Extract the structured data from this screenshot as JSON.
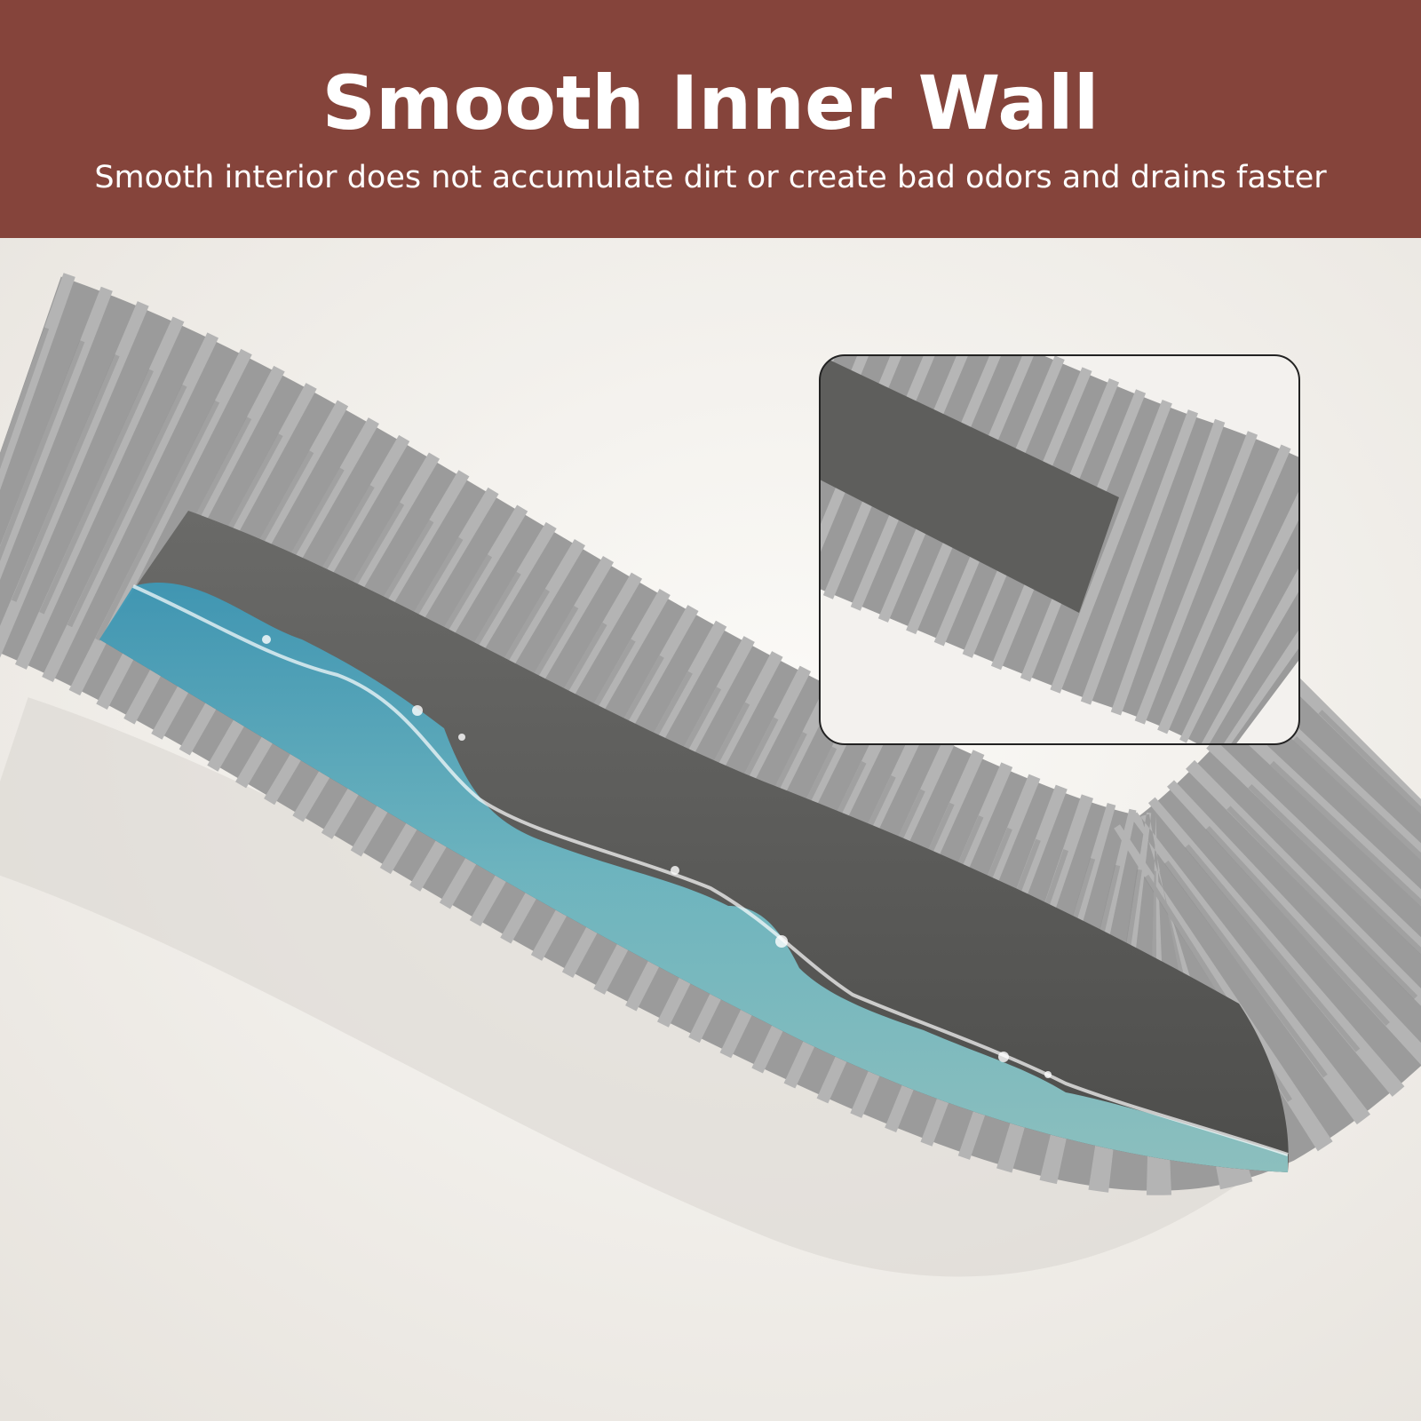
{
  "banner": {
    "title": "Smooth Inner Wall",
    "subtitle": "Smooth interior does not accumulate dirt or create bad odors and drains faster"
  },
  "illustration": {
    "hose": "corrugated-drain-hose",
    "inner_channel": "smooth-inner-wall",
    "content": "flowing-water",
    "inset": "hose-cross-section-detail"
  },
  "colors": {
    "banner": "#85443b",
    "hose": "#a3a3a3",
    "inner_wall": "#5e5e5c",
    "water": "#4aa3b8",
    "background": "#efece7"
  }
}
